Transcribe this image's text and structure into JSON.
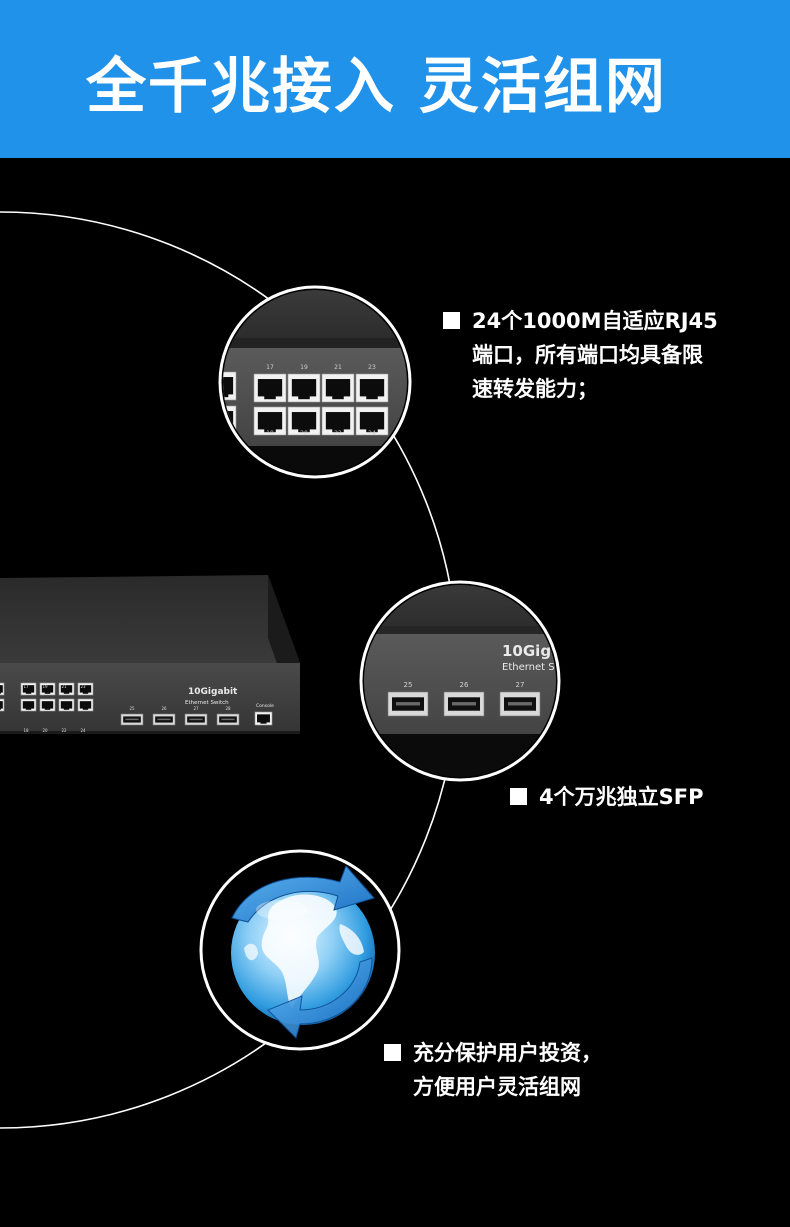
{
  "banner": {
    "title": "全千兆接入 灵活组网",
    "color": "#2192ea"
  },
  "switch": {
    "model_label": "10Gigabit",
    "sub_label": "Ethernet Switch",
    "console_label": "Console",
    "zoom_model_label": "10Gig",
    "zoom_sub_label": "Ethernet S",
    "rj45_top_numbers": [
      "17",
      "19",
      "21",
      "23"
    ],
    "rj45_bottom_numbers": [
      "18",
      "20",
      "22",
      "24"
    ],
    "sfp_numbers": [
      "25",
      "26",
      "27",
      "28"
    ]
  },
  "features": [
    {
      "lines": [
        "24个1000M自适应RJ45",
        "端口，所有端口均具备限",
        "速转发能力；"
      ],
      "icon": "square-bullet-icon"
    },
    {
      "lines": [
        "4个万兆独立SFP"
      ],
      "icon": "square-bullet-icon"
    },
    {
      "lines": [
        "充分保护用户投资，",
        "方便用户灵活组网"
      ],
      "icon": "square-bullet-icon"
    }
  ]
}
